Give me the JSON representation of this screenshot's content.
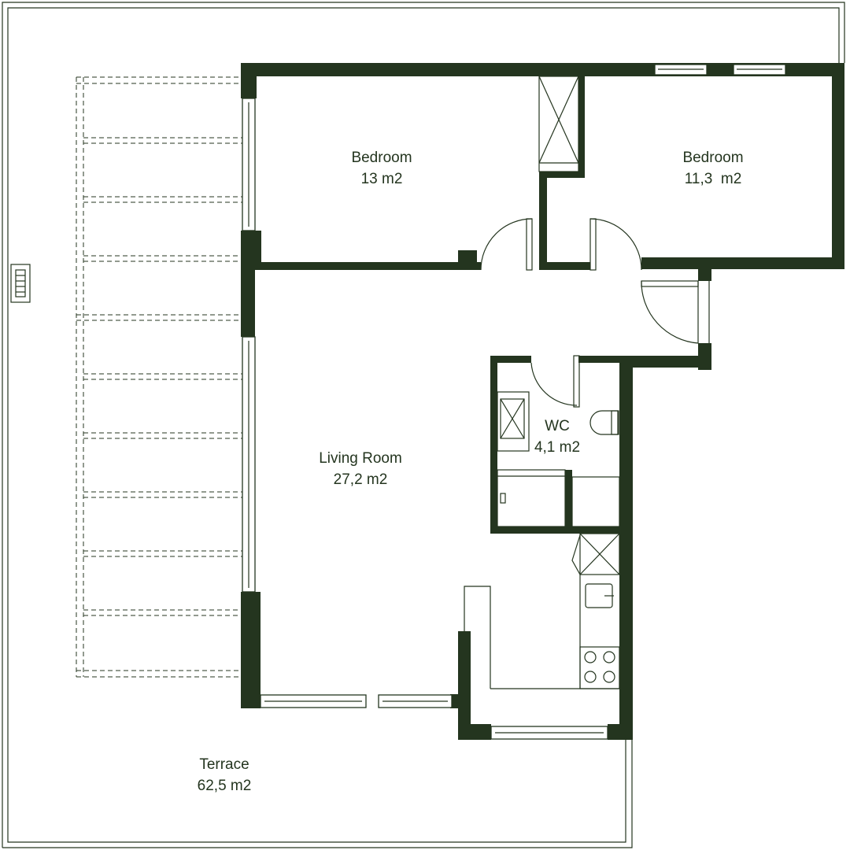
{
  "colors": {
    "wall": "#24351f",
    "background": "#ffffff"
  },
  "rooms": [
    {
      "name": "Bedroom",
      "area": "13 m2"
    },
    {
      "name": "Bedroom",
      "area": "11,3  m2"
    },
    {
      "name": "Living Room",
      "area": "27,2 m2"
    },
    {
      "name": "WC",
      "area": "4,1 m2"
    },
    {
      "name": "Terrace",
      "area": "62,5 m2"
    }
  ]
}
